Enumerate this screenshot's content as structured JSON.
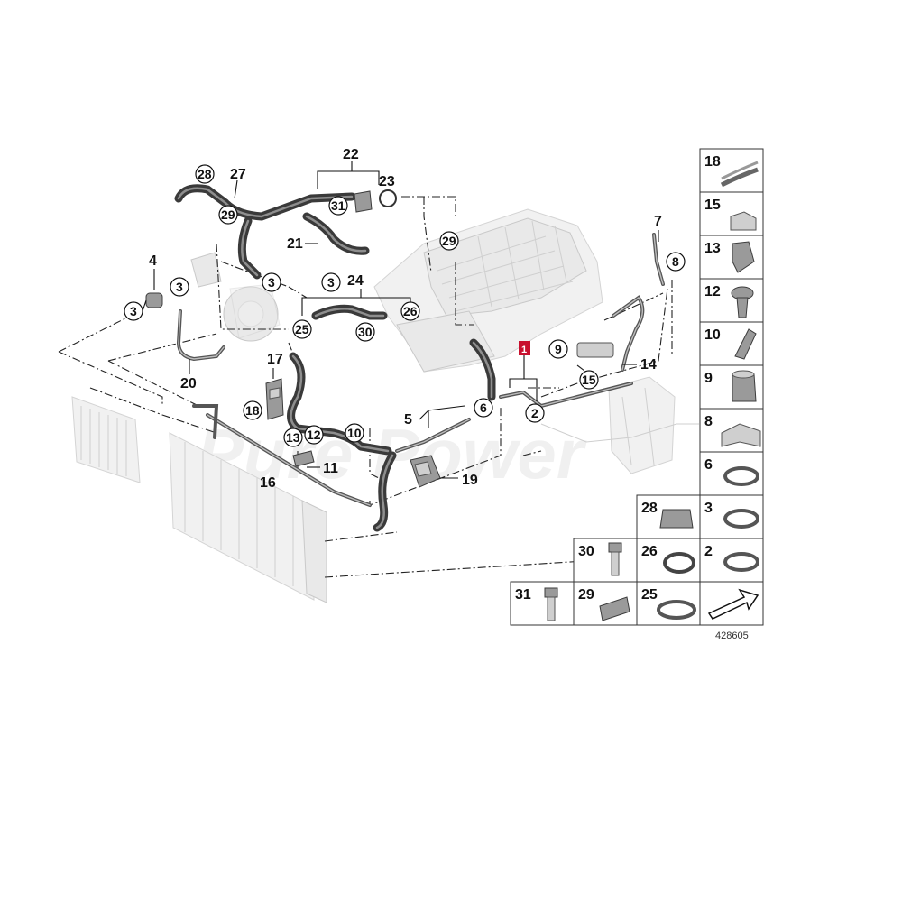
{
  "diagram_number": "428605",
  "highlight_color": "#c8102e",
  "watermark": "Pure Power",
  "callouts": {
    "c1": "1",
    "c2": "2",
    "c3a": "3",
    "c3b": "3",
    "c3c": "3",
    "c3d": "3",
    "c4": "4",
    "c5": "5",
    "c6": "6",
    "c7": "7",
    "c8": "8",
    "c9": "9",
    "c10": "10",
    "c11": "11",
    "c12": "12",
    "c13": "13",
    "c14": "14",
    "c15": "15",
    "c16": "16",
    "c17": "17",
    "c18": "18",
    "c19": "19",
    "c20": "20",
    "c21": "21",
    "c22": "22",
    "c23": "23",
    "c24": "24",
    "c25": "25",
    "c26": "26",
    "c27": "27",
    "c28": "28",
    "c29a": "29",
    "c29b": "29",
    "c30": "30",
    "c31": "31"
  },
  "legend": {
    "col_right": [
      "18",
      "15",
      "13",
      "12",
      "10",
      "9",
      "8",
      "6",
      "3",
      "2"
    ],
    "row_28": "28",
    "row_30": "30",
    "row_26": "26",
    "row_31": "31",
    "row_29": "29",
    "row_25": "25"
  }
}
